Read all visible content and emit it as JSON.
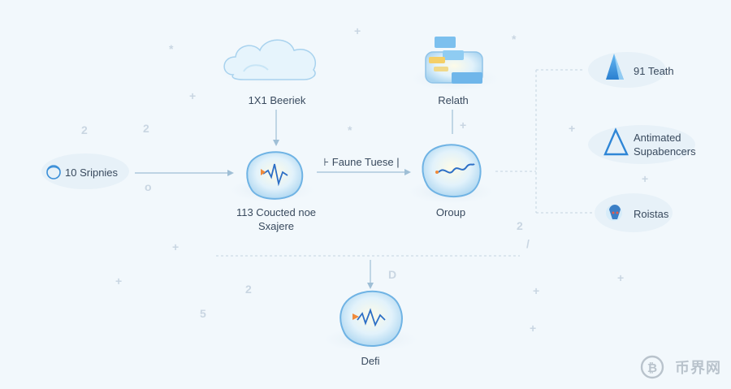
{
  "nodes": {
    "cloud": "1X1 Beeriek",
    "relath": "Relath",
    "start": "10 Sripnies",
    "center": [
      "113 Coucted noe",
      "Sxajere"
    ],
    "center_edge": "Faune Tuese",
    "oroup": "Oroup",
    "defi": "Defi",
    "teath": "91 Teath",
    "antimated": [
      "Antimated",
      "Supabencers"
    ],
    "roistas": "Roistas"
  },
  "watermark": "币界网",
  "colors": {
    "accent": "#3b8fd8",
    "node_fill": "#dff0fb",
    "line": "#9fbfd6"
  }
}
